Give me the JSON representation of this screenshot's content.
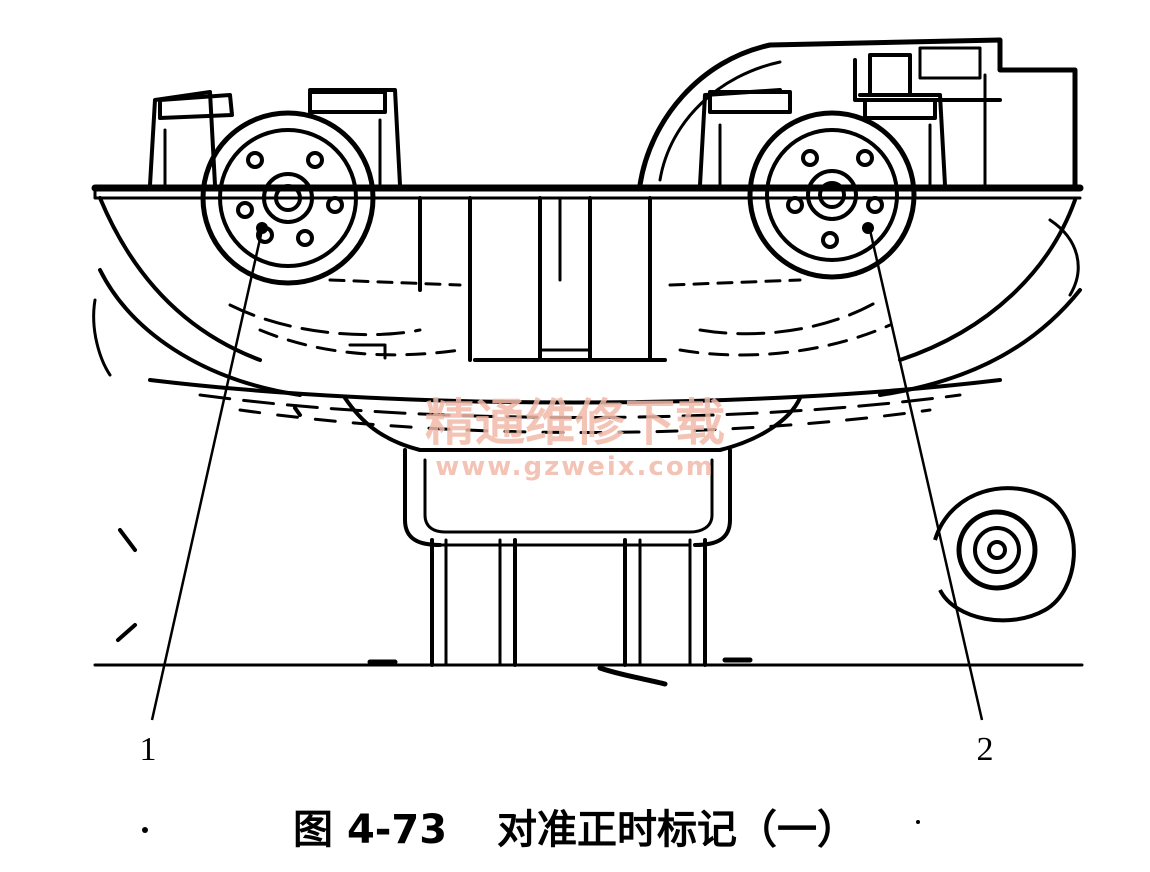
{
  "labels": {
    "callout_1": "1",
    "callout_2": "2"
  },
  "watermark": {
    "text": "精通维修下载",
    "url": "www.gzweix.com",
    "color": "#f1b9a8"
  },
  "caption": {
    "figure_number": "图 4-73",
    "title": "对准正时标记（一）"
  },
  "colors": {
    "ink": "#000000",
    "paper": "#ffffff"
  }
}
